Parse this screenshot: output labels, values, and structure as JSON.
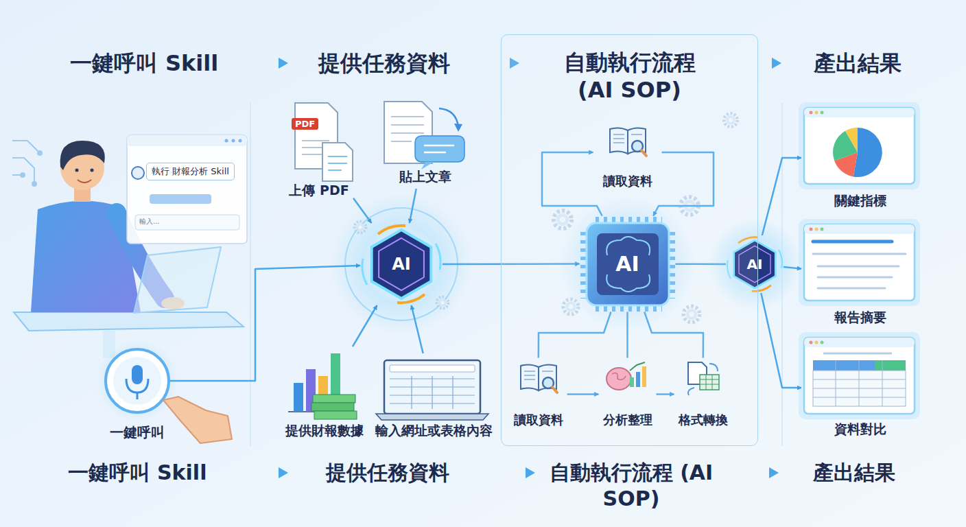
{
  "diagram": {
    "nodes": [
      {
        "text": [
          "執行 財報分析 Skill",
          "輸入..."
        ]
      },
      {
        "text": [
          "一鍵呼叫"
        ]
      },
      {
        "text": [
          "PDF",
          "上傳 PDF"
        ]
      },
      {
        "text": [
          "貼上文章"
        ]
      },
      {
        "text": [
          "提供財報數據"
        ]
      },
      {
        "text": [
          "輸入網址或表格內容"
        ]
      },
      {
        "text": [
          "AI"
        ]
      },
      {
        "text": [
          "自動執行流程 (AI SOP)"
        ]
      },
      {
        "text": [
          "讀取資料"
        ],
        "in": 7
      },
      {
        "text": [
          "AI"
        ],
        "in": 7
      },
      {
        "text": [
          "讀取資料"
        ],
        "in": 7
      },
      {
        "text": [
          "分析整理"
        ],
        "in": 7
      },
      {
        "text": [
          "格式轉換"
        ],
        "in": 7
      },
      {
        "text": [
          "AI"
        ]
      },
      {
        "text": [
          "關鍵指標"
        ]
      },
      {
        "text": [
          "報告摘要"
        ]
      },
      {
        "text": [
          "資料對比"
        ]
      }
    ],
    "edges": [
      {
        "from": 1,
        "to": 6,
        "arrow": "to"
      },
      {
        "from": 2,
        "to": 6,
        "arrow": "to"
      },
      {
        "from": 3,
        "to": 6,
        "arrow": "to"
      },
      {
        "from": 4,
        "to": 6,
        "arrow": "to"
      },
      {
        "from": 5,
        "to": 6,
        "arrow": "to"
      },
      {
        "from": 6,
        "to": 9,
        "arrow": "to"
      },
      {
        "from": 9,
        "to": 8,
        "arrow": "to"
      },
      {
        "from": 8,
        "to": 9,
        "arrow": "to"
      },
      {
        "from": 10,
        "to": 11,
        "arrow": "to"
      },
      {
        "from": 11,
        "to": 12,
        "arrow": "to"
      },
      {
        "from": 9,
        "to": 10,
        "arrow": "none"
      },
      {
        "from": 9,
        "to": 11,
        "arrow": "none"
      },
      {
        "from": 9,
        "to": 12,
        "arrow": "none"
      },
      {
        "from": 9,
        "to": 13,
        "arrow": "none"
      },
      {
        "from": 13,
        "to": 14,
        "arrow": "to"
      },
      {
        "from": 13,
        "to": 15,
        "arrow": "to"
      },
      {
        "from": 13,
        "to": 16,
        "arrow": "to"
      }
    ],
    "labels": [
      "一鍵呼叫 Skill",
      "提供任務資料",
      "產出結果",
      "一鍵呼叫 Skill",
      "提供任務資料",
      "自動執行流程 (AI SOP)",
      "產出結果"
    ]
  }
}
